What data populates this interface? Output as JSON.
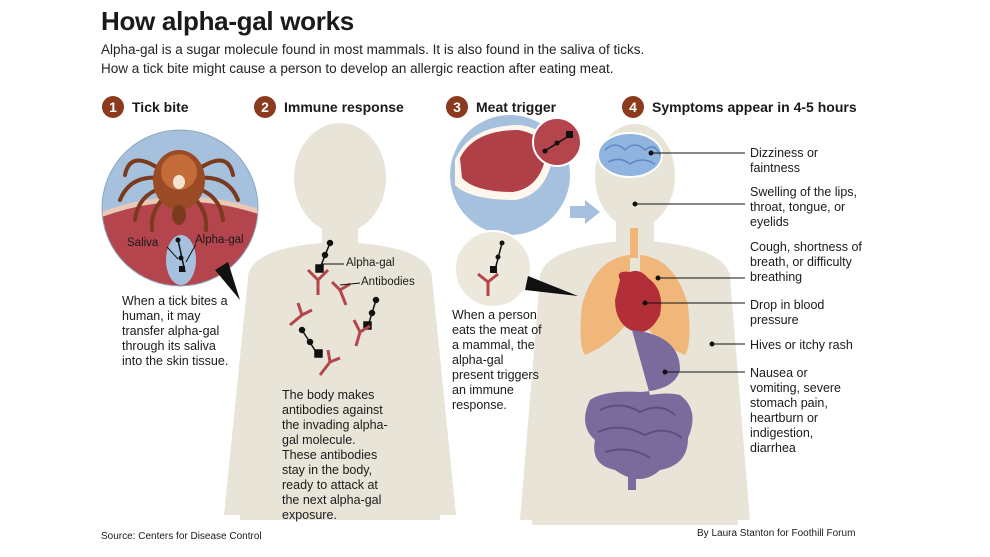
{
  "title": "How alpha-gal works",
  "subtitle_1": "Alpha-gal is a sugar molecule found in most mammals. It is also found in the saliva of ticks.",
  "subtitle_2": "How a tick bite might cause a person to develop an allergic reaction after eating meat.",
  "steps": [
    {
      "num": "1",
      "label": "Tick bite",
      "text": "When a tick bites a human, it may transfer alpha-gal through its saliva into the skin tissue."
    },
    {
      "num": "2",
      "label": "Immune response",
      "text": "The body makes antibodies against the invading alpha-gal molecule. These antibodies stay in the body, ready to attack at the next alpha-gal exposure."
    },
    {
      "num": "3",
      "label": "Meat trigger",
      "text": "When a person eats the meat of a mammal, the alpha-gal present triggers an immune response."
    },
    {
      "num": "4",
      "label": "Symptoms appear in 4-5 hours"
    }
  ],
  "tick_labels": {
    "saliva": "Saliva",
    "alpha_gal": "Alpha-gal"
  },
  "immune_labels": {
    "alpha_gal": "Alpha-gal",
    "antibodies": "Antibodies"
  },
  "symptoms": [
    "Dizziness or faintness",
    "Swelling of the lips, throat, tongue, or eyelids",
    "Cough, shortness of breath, or difficulty breathing",
    "Drop in blood pressure",
    "Hives or itchy rash",
    "Nausea or vomiting, severe stomach pain, heartburn or indigestion, diarrhea"
  ],
  "source": "Source: Centers for Disease Control",
  "credit": "By Laura Stanton for Foothill Forum",
  "colors": {
    "step_badge": "#8b3a1e",
    "silhouette": "#e8e4d8",
    "skin": "#b4454d",
    "blue": "#a6c1dd",
    "lungs": "#f0b67a",
    "heart": "#b32f37",
    "gut": "#7a6b9c",
    "brain": "#8fb4e0"
  }
}
